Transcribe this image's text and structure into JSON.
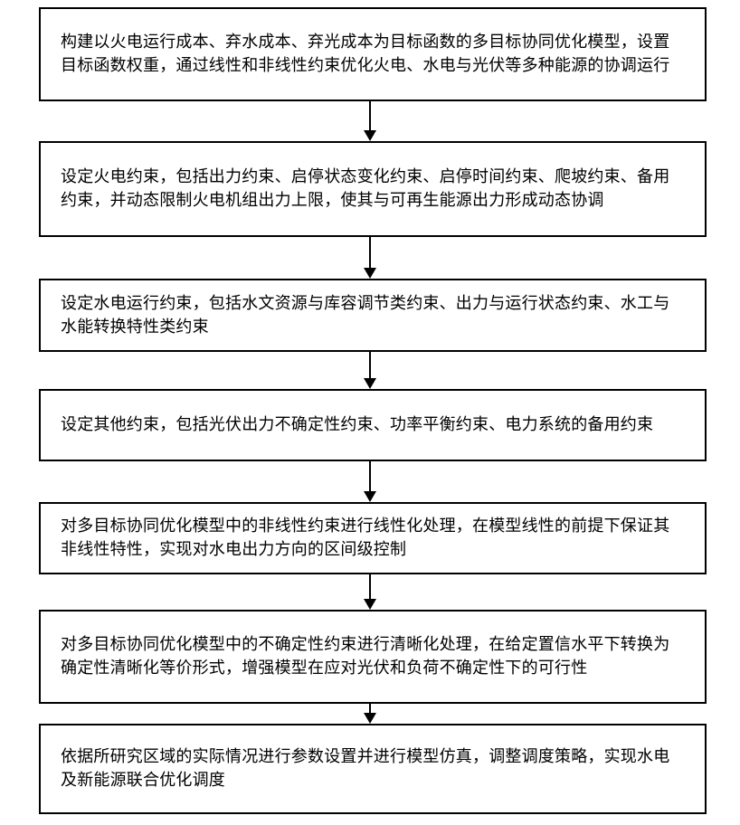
{
  "steps": [
    {
      "text": "构建以火电运行成本、弃水成本、弃光成本为目标函数的多目标协同优化模型，设置目标函数权重，通过线性和非线性约束优化火电、水电与光伏等多种能源的协调运行"
    },
    {
      "text": "设定火电约束，包括出力约束、启停状态变化约束、启停时间约束、爬坡约束、备用约束，并动态限制火电机组出力上限，使其与可再生能源出力形成动态协调"
    },
    {
      "text": "设定水电运行约束，包括水文资源与库容调节类约束、出力与运行状态约束、水工与水能转换特性类约束"
    },
    {
      "text": "设定其他约束，包括光伏出力不确定性约束、功率平衡约束、电力系统的备用约束"
    },
    {
      "text": "对多目标协同优化模型中的非线性约束进行线性化处理，在模型线性的前提下保证其非线性特性，实现对水电出力方向的区间级控制"
    },
    {
      "text": "对多目标协同优化模型中的不确定性约束进行清晰化处理，在给定置信水平下转换为确定性清晰化等价形式，增强模型在应对光伏和负荷不确定性下的可行性"
    },
    {
      "text": "依据所研究区域的实际情况进行参数设置并进行模型仿真，调整调度策略，实现水电及新能源联合优化调度"
    }
  ],
  "colors": {
    "border": "#000000",
    "background": "#ffffff",
    "text": "#000000"
  }
}
